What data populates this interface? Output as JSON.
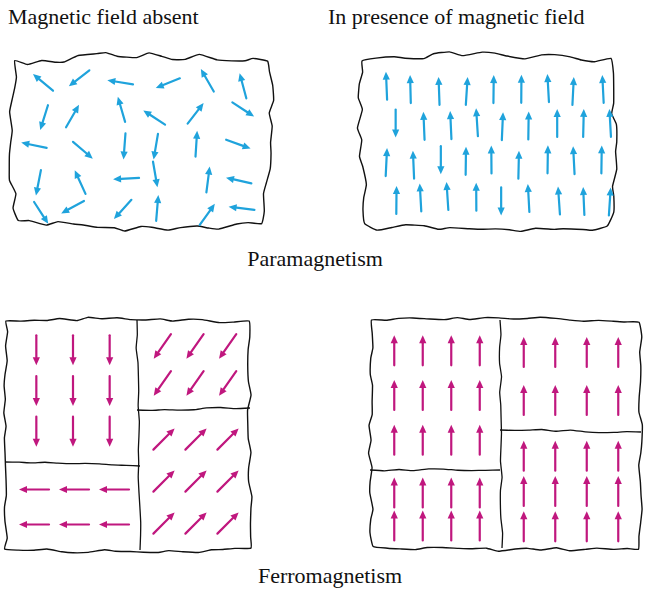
{
  "diagram": {
    "labels": [
      "Magnetic field absent",
      "In presence of magnetic field",
      "Paramagnetism",
      "Ferromagnetism"
    ]
  }
}
